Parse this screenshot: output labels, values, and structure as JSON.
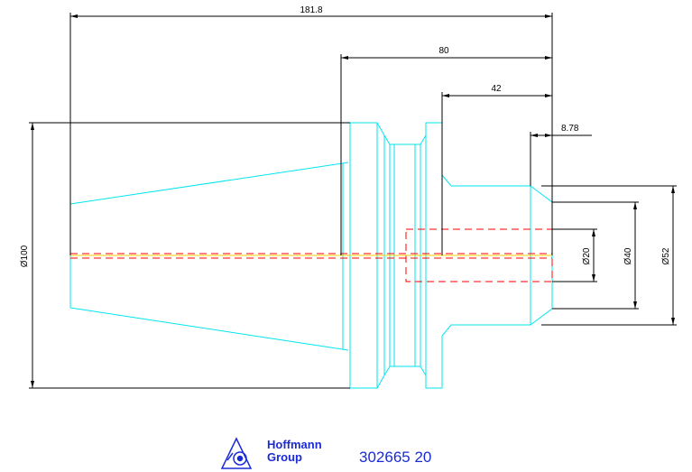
{
  "dimensions": {
    "overall_length": "181.8",
    "length_80": "80",
    "length_42": "42",
    "length_878": "8.78",
    "dia_100": "Ø100",
    "dia_20": "Ø20",
    "dia_40": "Ø40",
    "dia_52": "Ø52"
  },
  "brand": {
    "line1": "Hoffmann",
    "line2": "Group",
    "logo_icon": "hoffmann-logo-icon"
  },
  "part_number": "302665 20",
  "colors": {
    "part_outline": "#00e5ee",
    "dimension": "#000000",
    "hidden_line": "#ff0000",
    "center_line": "#ffcc00",
    "brand_blue": "#1a2bd6"
  }
}
